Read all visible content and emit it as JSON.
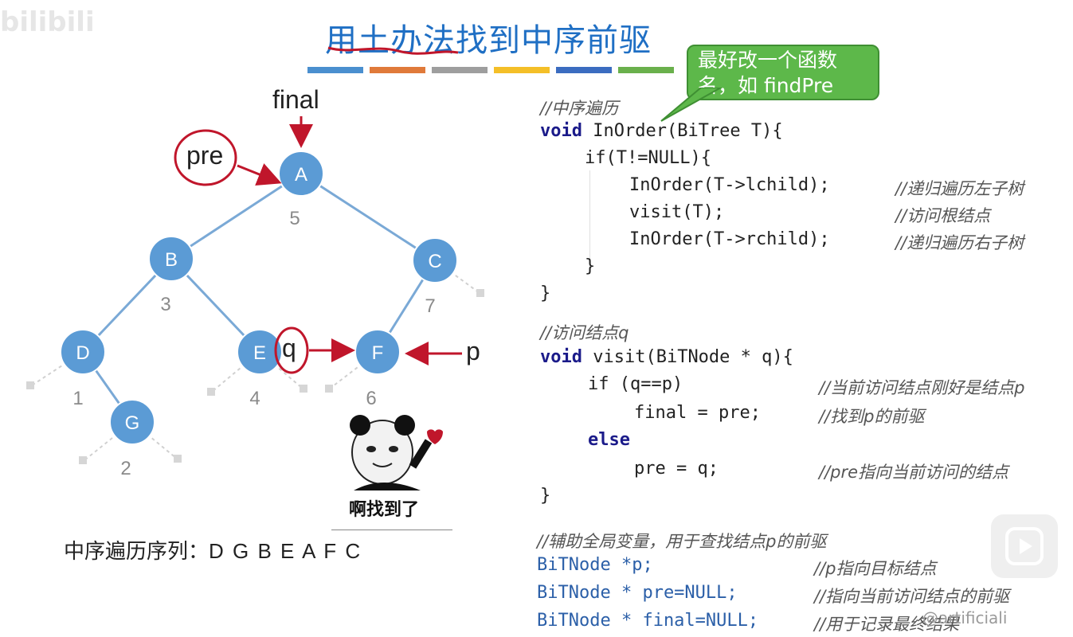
{
  "title": "用土办法找到中序前驱",
  "watermark": "bilibili",
  "callout": {
    "text": "最好改一个函数名，如 findPre"
  },
  "tree": {
    "nodes": [
      {
        "id": "A",
        "label": "A",
        "index": "5"
      },
      {
        "id": "B",
        "label": "B",
        "index": "3"
      },
      {
        "id": "C",
        "label": "C",
        "index": "7"
      },
      {
        "id": "D",
        "label": "D",
        "index": "1"
      },
      {
        "id": "E",
        "label": "E",
        "index": "4"
      },
      {
        "id": "F",
        "label": "F",
        "index": "6"
      },
      {
        "id": "G",
        "label": "G",
        "index": "2"
      }
    ],
    "annotations": {
      "final": "final",
      "pre": "pre",
      "q": "q",
      "p": "p"
    }
  },
  "panda_caption": "啊找到了",
  "sequence": {
    "label": "中序遍历序列：",
    "value": "D G B E A F C"
  },
  "code": {
    "block1": {
      "comment": "//中序遍历",
      "line1": "void InOrder(BiTree T){",
      "line2": "if(T!=NULL){",
      "line3": "InOrder(T->lchild);",
      "line3c": "//递归遍历左子树",
      "line4": "visit(T);",
      "line4c": "//访问根结点",
      "line5": "InOrder(T->rchild);",
      "line5c": "//递归遍历右子树",
      "line6": "}",
      "line7": "}"
    },
    "block2": {
      "comment": "//访问结点q",
      "line1": "void visit(BiTNode * q){",
      "line2": "if (q==p)",
      "line2c": "//当前访问结点刚好是结点p",
      "line3": "final = pre;",
      "line3c": "//找到p的前驱",
      "line4": "else",
      "line5": "pre = q;",
      "line5c": "//pre指向当前访问的结点",
      "line6": "}"
    },
    "block3": {
      "comment": "//辅助全局变量，用于查找结点p的前驱",
      "line1": "BiTNode *p;",
      "line1c": "//p指向目标结点",
      "line2": "BiTNode * pre=NULL;",
      "line2c": "//指向当前访问结点的前驱",
      "line3": "BiTNode * final=NULL;",
      "line3c": "//用于记录最终结果"
    }
  },
  "bottom_watermark": "@artificiali",
  "colors": {
    "node": "#5b9bd5",
    "edge": "#7aa9d6",
    "arrow": "#c0162b",
    "callout": "#5db84a",
    "bars": [
      "#4a8fcf",
      "#e07a3a",
      "#9e9e9e",
      "#f4bf28",
      "#3b6cc0",
      "#6ab04c"
    ]
  }
}
